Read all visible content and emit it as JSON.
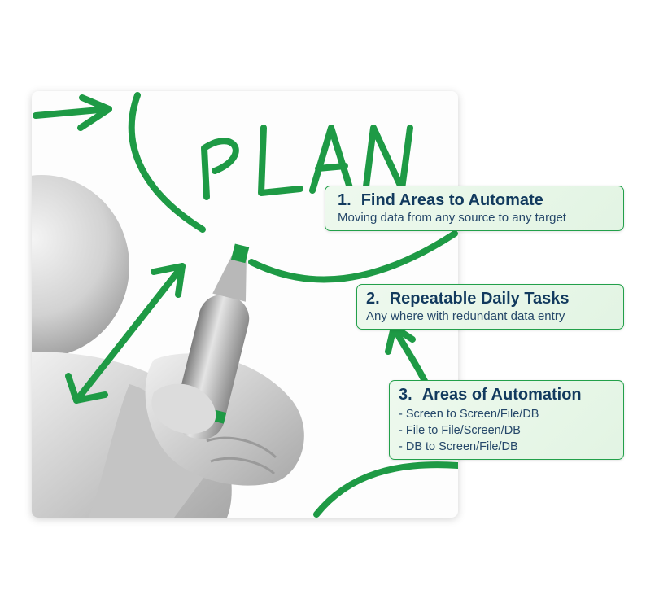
{
  "illustration": {
    "handwritten_word": "PLAN",
    "ink_color": "#1e9a45"
  },
  "callouts": [
    {
      "number": "1.",
      "title": "Find Areas to Automate",
      "subtitle": "Moving data from any source to any target"
    },
    {
      "number": "2.",
      "title": "Repeatable Daily Tasks",
      "subtitle": "Any where with redundant data entry"
    },
    {
      "number": "3.",
      "title": "Areas of Automation",
      "items": [
        "- Screen to Screen/File/DB",
        "- File to File/Screen/DB",
        "- DB to Screen/File/DB"
      ]
    }
  ],
  "colors": {
    "accent": "#1e9a45",
    "callout_bg": "#e6f6e7",
    "text": "#123a5e"
  }
}
